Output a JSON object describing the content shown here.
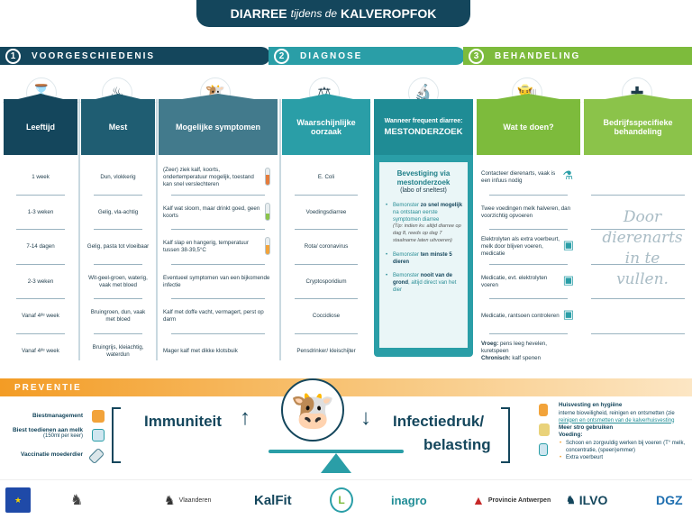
{
  "title": {
    "pre": "DIARREE",
    "mid": "tijdens de",
    "post": "KALVEROPFOK"
  },
  "steps": [
    {
      "num": "1",
      "label": "VOORGESCHIEDENIS"
    },
    {
      "num": "2",
      "label": "DIAGNOSE"
    },
    {
      "num": "3",
      "label": "BEHANDELING"
    }
  ],
  "columns": {
    "leeftijd": {
      "header": "Leeftijd",
      "rows": [
        "1 week",
        "1-3 weken",
        "7-14 dagen",
        "2-3 weken",
        "Vanaf 4ᵈᵉ week",
        "Vanaf 4ᵈᵉ week"
      ]
    },
    "mest": {
      "header": "Mest",
      "rows": [
        "Dun, vlokkerig",
        "Gelig, vla-achtig",
        "Gelig, pasta tot vloeibaar",
        "Wit-geel-groen, waterig, vaak met bloed",
        "Bruingroen, dun, vaak met bloed",
        "Bruingrijs, kleiachtig, waterdun"
      ]
    },
    "symptomen": {
      "header": "Mogelijke symptomen",
      "rows": [
        "(Zeer) ziek kalf, koorts, ondertemperatuur mogelijk, toestand kan snel verslechteren",
        "Kalf wat sloom, maar drinkt goed, geen koorts",
        "Kalf slap en hangerig, temperatuur tussen 38-39,5°C",
        "Eventueel symptomen van een bijkomende infectie",
        "Kalf met doffe vacht, vermagert, perst op darm",
        "Mager kalf met dikke klotsbuik"
      ]
    },
    "oorzaak": {
      "header": "Waarschijnlijke oorzaak",
      "rows": [
        "E. Coli",
        "Voedingsdiarree",
        "Rota/ coronavirus",
        "Cryptosporidium",
        "Coccidiose",
        "Pensdrinker/ kleischijter"
      ]
    },
    "doen": {
      "header": "Wat te doen?",
      "rows": [
        "Contacteer dierenarts, vaak is een infuus nodig",
        "Twee voedingen melk halveren, dan voorzichtig opvoeren",
        "Elektrolyten als extra voerbeurt, melk door blijven voeren, medicatie",
        "Medicatie, evt. elektrolyten voeren",
        "Medicatie, rantsoen controleren"
      ],
      "last": {
        "l1b": "Vroeg:",
        "l1": " pens leeg hevelen, kuretspeen",
        "l2b": "Chronisch:",
        "l2": " kalf spenen"
      }
    },
    "bedrijf": {
      "header": "Bedrijfsspecifieke behandeling",
      "handwriting": "Door dierenarts in te vullen."
    }
  },
  "mestonderzoek": {
    "q": "Wanneer frequent diarree:",
    "title": "MESTONDERZOEK",
    "bevestiging": "Bevestiging via mestonderzoek",
    "sub": "(labo of sneltest)",
    "b1a": "Bemonster ",
    "b1b": "zo snel mogelijk",
    "b1c": " na ontstaan eerste symptomen diarree",
    "b1tip": "(Tip: indien kv. altijd diarree op dag 8, reeds op dag 7 staalname laten uitvoeren)",
    "b2a": "Bemonster ",
    "b2b": "ten minste 5 dieren",
    "b3a": "Bemonster ",
    "b3b": "nooit van de grond",
    "b3c": ", altijd direct van het dier"
  },
  "preventie": {
    "label": "PREVENTIE",
    "left": [
      {
        "t": "Biestmanagement",
        "s": ""
      },
      {
        "t": "Biest toedienen aan melk",
        "s": "(150ml per keer)"
      },
      {
        "t": "Vaccinatie moederdier",
        "s": ""
      }
    ],
    "immuniteit": "Immuniteit",
    "infectiedruk": "Infectiedruk/",
    "belasting": "belasting",
    "right": {
      "h1": "Huisvesting en hygiëne",
      "t1": "interne bioveiligheid, reinigen en ontsmetten (zie",
      "link": "reinigen en ontsmetten van de kalverhuisvesting",
      "h2": "Meer stro gebruiken",
      "h3": "Voeding:",
      "b1": "Schoon en zorgvuldig werken bij voeren (T° melk, concentratie, (speen)emmer)",
      "b2": "Extra voerbeurt"
    }
  },
  "logos": [
    "Vlaanderen",
    "KalFit",
    "inagro",
    "Provincie Antwerpen",
    "ILVO",
    "DGZ"
  ],
  "colors": {
    "navy": "#14465c",
    "teal": "#2a9ea7",
    "green": "#7dbb3c",
    "orange": "#f39c25"
  }
}
